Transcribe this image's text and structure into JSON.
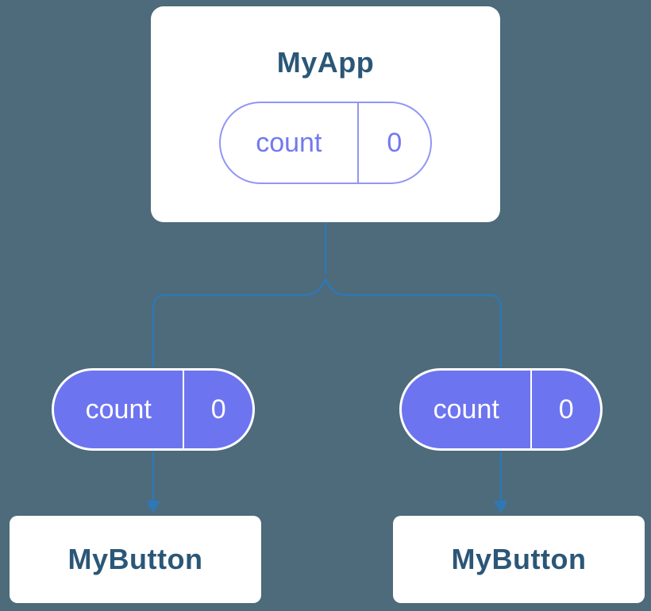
{
  "colors": {
    "bg": "#4d6b7a",
    "card": "#ffffff",
    "heading": "#2b5777",
    "purple": "#6d74ef",
    "purple-border": "#9196f4",
    "purple-text": "#7279f0",
    "line": "#3077b5"
  },
  "root_node": {
    "title": "MyApp",
    "state_pill": {
      "label": "count",
      "value": "0"
    }
  },
  "left_branch": {
    "prop_pill": {
      "label": "count",
      "value": "0"
    },
    "child_node": {
      "title": "MyButton"
    }
  },
  "right_branch": {
    "prop_pill": {
      "label": "count",
      "value": "0"
    },
    "child_node": {
      "title": "MyButton"
    }
  }
}
